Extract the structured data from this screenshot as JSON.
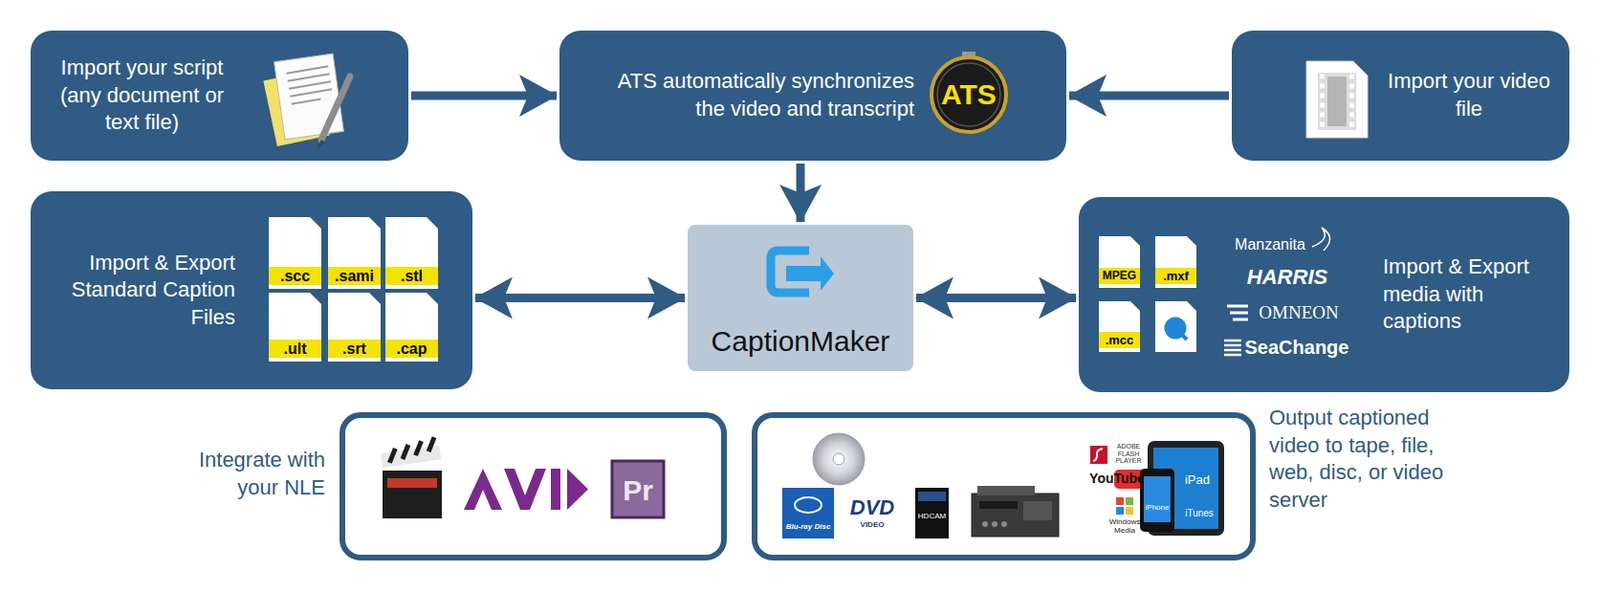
{
  "diagram": {
    "nodes": [
      {
        "text": [
          "Import your script (any document or text file)"
        ]
      },
      {
        "text": [
          "ATS automatically synchronizes the video and transcript"
        ]
      },
      {
        "text": [
          "Import your video file"
        ]
      },
      {
        "text": [
          "Import & Export Standard Caption Files"
        ]
      },
      {
        "text": [
          "CaptionMaker"
        ]
      },
      {
        "text": [
          "Import & Export media with captions"
        ]
      },
      {
        "text": [
          "Integrate with your NLE"
        ]
      },
      {
        "text": [
          "Output captioned video to tape, file, web, disc, or video server"
        ]
      }
    ],
    "edges": [
      {
        "from": 0,
        "to": 1,
        "arrow": "to"
      },
      {
        "from": 2,
        "to": 1,
        "arrow": "to"
      },
      {
        "from": 1,
        "to": 4,
        "arrow": "to"
      },
      {
        "from": 3,
        "to": 4,
        "arrow": "both"
      },
      {
        "from": 4,
        "to": 5,
        "arrow": "both"
      }
    ],
    "labels": [
      "ATS",
      ".scc",
      ".sami",
      ".stl",
      ".ult",
      ".srt",
      ".cap",
      "MPEG",
      ".mxf",
      ".mcc",
      "Manzanita",
      "HARRIS",
      "OMNEON",
      "SeaChange",
      "Pr",
      "Blu-ray Disc",
      "DVD",
      "VIDEO",
      "HDCAM",
      "ADOBE FLASH PLAYER",
      "YouTube",
      "Windows Media",
      "iPad",
      "iTunes",
      "iPhone"
    ]
  }
}
